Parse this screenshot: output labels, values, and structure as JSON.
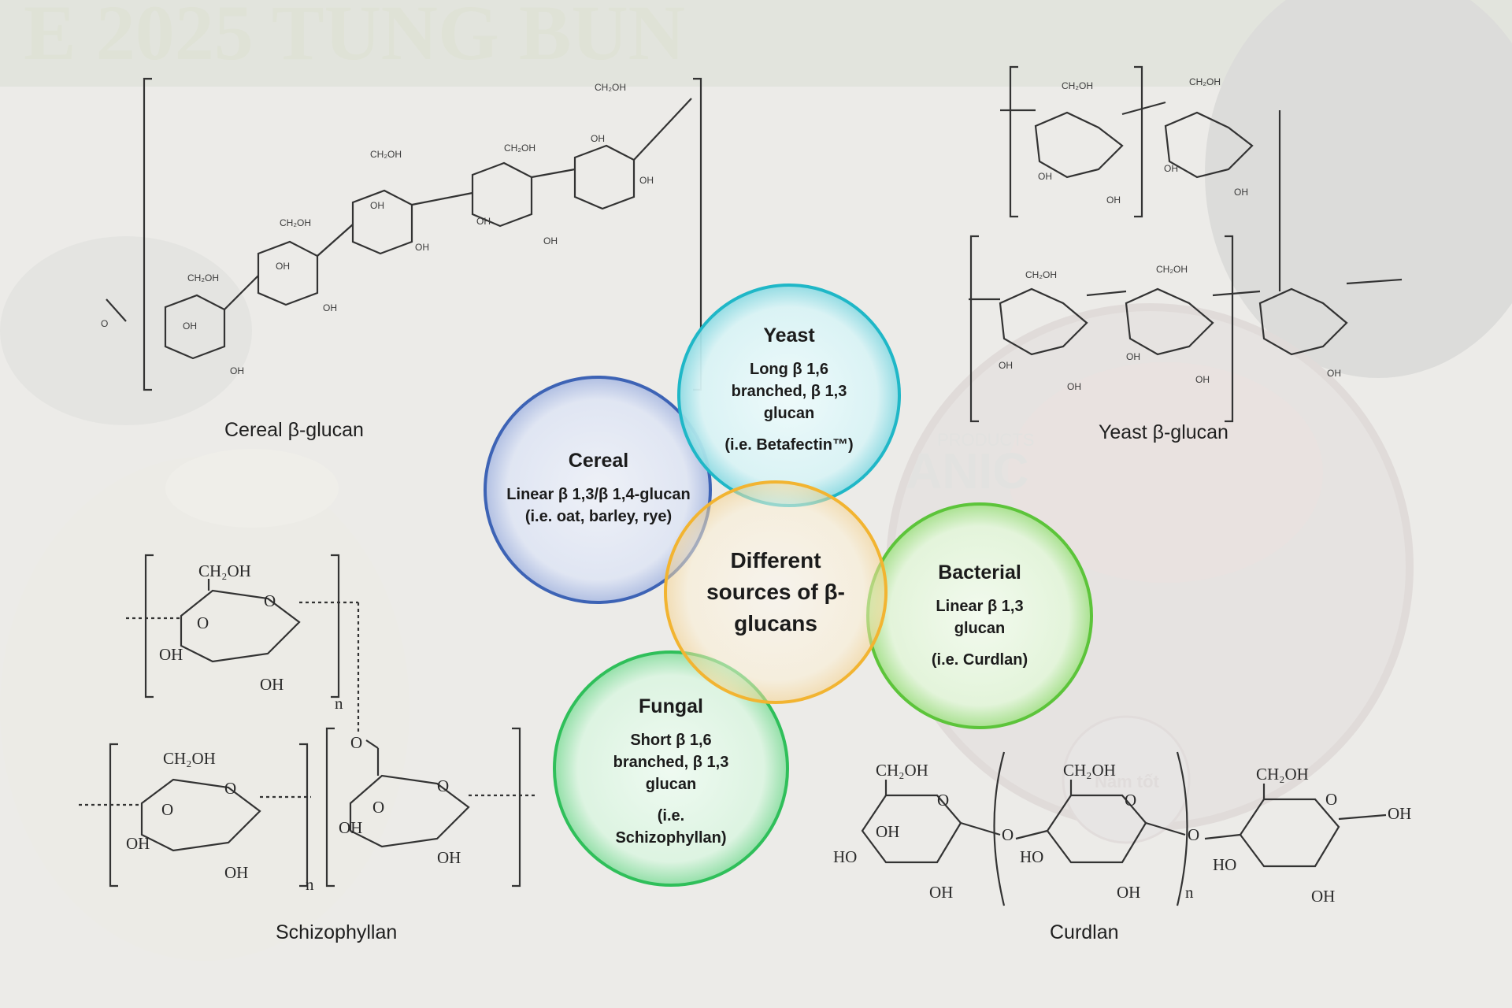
{
  "colors": {
    "background": "#e9e9e7",
    "cereal": "#3d63b5",
    "yeast": "#1fb7c7",
    "bacterial": "#5cc43a",
    "fungal": "#2fbf5a",
    "center": "#f2b431"
  },
  "structures": {
    "cereal_label": "Cereal β-glucan",
    "yeast_label": "Yeast β-glucan",
    "schizophyllan_label": "Schizophyllan",
    "curdlan_label": "Curdlan"
  },
  "circles": {
    "center": {
      "text": "Different sources of β-glucans"
    },
    "cereal": {
      "title": "Cereal",
      "desc": "Linear β 1,3/β 1,4-glucan (i.e. oat, barley, rye)",
      "example": ""
    },
    "yeast": {
      "title": "Yeast",
      "desc": "Long β 1,6 branched, β 1,3 glucan",
      "example": "(i.e. Betafectin™)"
    },
    "bacterial": {
      "title": "Bacterial",
      "desc": "Linear β 1,3 glucan",
      "example": "(i.e. Curdlan)"
    },
    "fungal": {
      "title": "Fungal",
      "desc": "Short β 1,6 branched, β 1,3 glucan",
      "example": "(i.e. Schizophyllan)"
    }
  },
  "chem_labels": {
    "ch2oh": "CH₂OH",
    "oh": "OH",
    "ho": "HO",
    "o": "O",
    "n": "n"
  },
  "background_sign": "E 2025  TUNG BUN",
  "watermark": {
    "top": "PRODUCTS",
    "big": "ANIC",
    "badge": "Nấm tốt"
  }
}
